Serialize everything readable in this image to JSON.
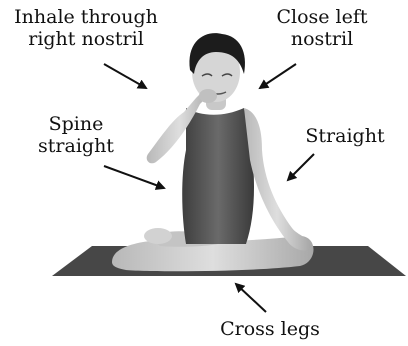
{
  "labels": {
    "inhale": [
      "Inhale through",
      "right nostril"
    ],
    "close": [
      "Close left",
      "nostril"
    ],
    "spine": [
      "Spine",
      "straight"
    ],
    "straight": "Straight",
    "cross": "Cross legs"
  },
  "colors": {
    "text": "#111111",
    "arrow": "#111111",
    "mat": "#4a4a4a",
    "skin": "#cfcfcf",
    "top": "#5a5a5a",
    "hair": "#1c1c1c"
  }
}
